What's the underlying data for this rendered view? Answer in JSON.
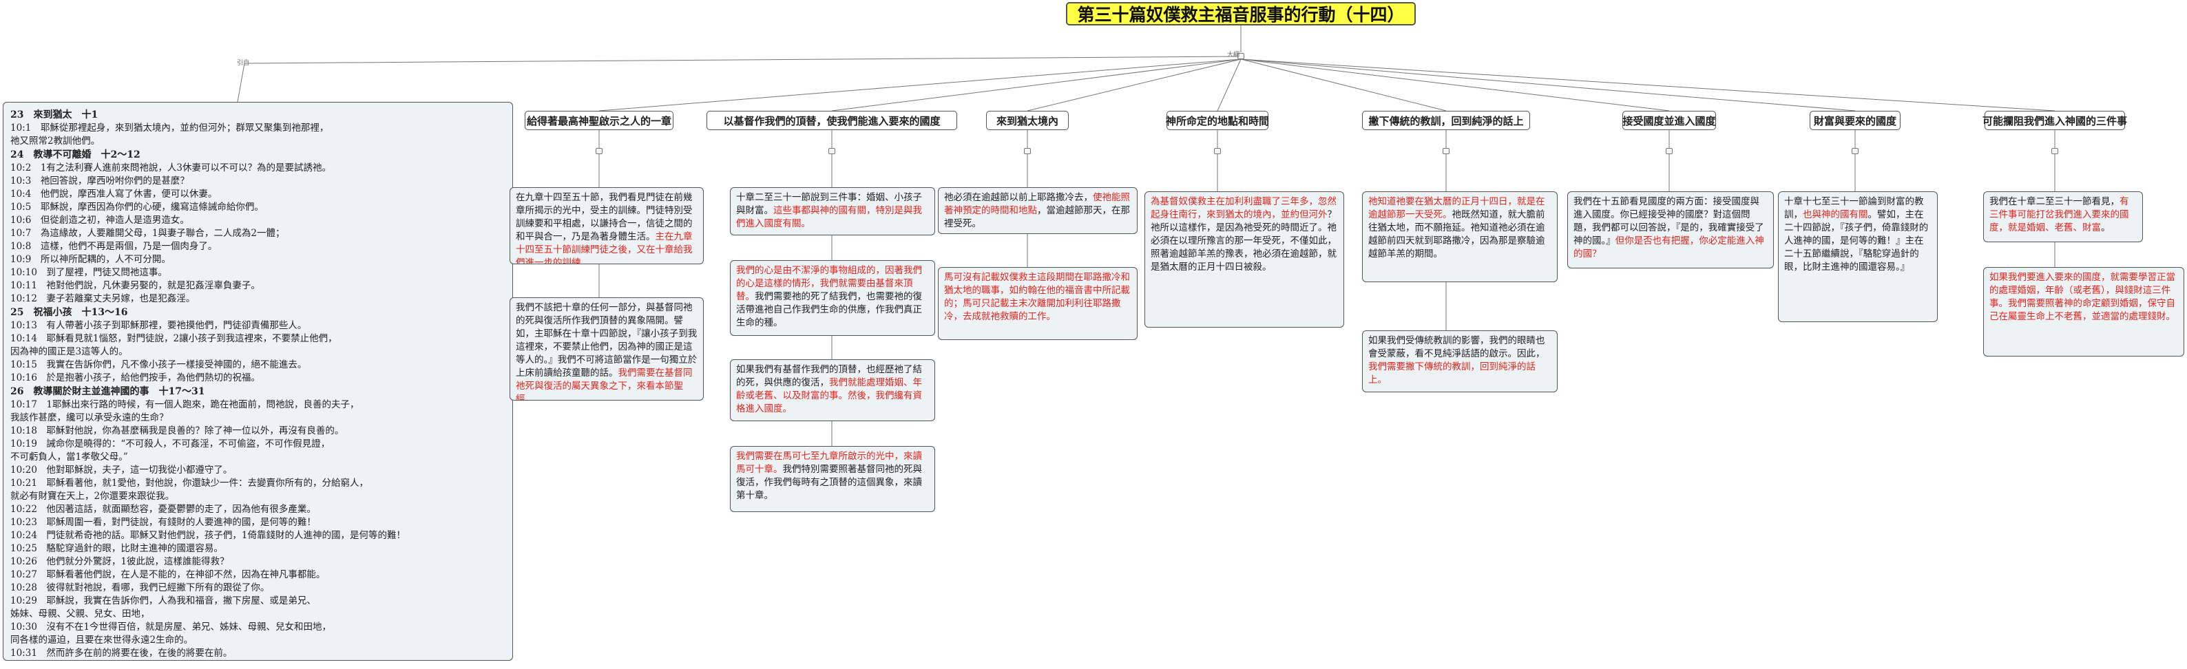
{
  "title": "第三十篇奴僕救主福音服事的行動（十四）",
  "labels": {
    "scripture": "引自",
    "outline": "大綱"
  },
  "scripture": {
    "sections": [
      {
        "heading": "23　來到猶太　十1",
        "verses": [
          "10:1　耶穌從那裡起身，來到猶太境內，並約但河外；群眾又聚集到祂那裡，",
          "祂又照常2教訓他們。"
        ]
      },
      {
        "heading": "24　教導不可離婚　十2～12",
        "verses": [
          "10:2　1有之法利賽人進前來問祂說，人3休妻可以不可以？為的是要試誘祂。",
          "10:3　祂回答說，摩西吩咐你們的是甚麼？",
          "10:4　他們說，摩西准人寫了休書，便可以休妻。",
          "10:5　耶穌說，摩西因為你們的心硬，纔寫這條誡命給你們。",
          "10:6　但從創造之初，神造人是造男造女。",
          "10:7　為這緣故，人要離開父母，1與妻子聯合，二人成為2一體；",
          "10:8　這樣，他們不再是兩個，乃是一個肉身了。",
          "10:9　所以神所配耦的，人不可分開。",
          "10:10　到了屋裡，門徒又問祂這事。",
          "10:11　祂對他們說，凡休妻另娶的，就是犯姦淫辜負妻子。",
          "10:12　妻子若離棄丈夫另嫁，也是犯姦淫。"
        ]
      },
      {
        "heading": "25　祝福小孩　十13～16",
        "verses": [
          "10:13　有人帶著小孩子到耶穌那裡，要祂摸他們，門徒卻責備那些人。",
          "10:14　耶穌看見就1惱怒，對門徒說，2讓小孩子到我這裡來，不要禁止他們，",
          "因為神的國正是3這等人的。",
          "10:15　我實在告訴你們，凡不像小孩子一樣接受神國的，絕不能進去。",
          "10:16　於是抱著小孩子，給他們按手，為他們熱切的祝福。"
        ]
      },
      {
        "heading": "26　教導關於財主並進神國的事　十17～31",
        "verses": [
          "10:17　1耶穌出來行路的時候，有一個人跑來，跪在祂面前，問祂說，良善的夫子，",
          "我該作甚麼，纔可以承受永遠的生命？",
          "10:18　耶穌對他說，你為甚麼稱我是良善的？除了神一位以外，再沒有良善的。",
          "10:19　誡命你是曉得的：“不可殺人，不可姦淫，不可偷盜，不可作假見證，",
          "不可虧負人，當1孝敬父母。”",
          "10:20　他對耶穌說，夫子，這一切我從小都遵守了。",
          "10:21　耶穌看著他，就1愛他，對他說，你還缺少一件：去變賣你所有的，分給窮人，",
          "就必有財寶在天上，2你還要來跟從我。",
          "10:22　他因著這話，就面顯愁容，憂憂鬱鬱的走了，因為他有很多產業。",
          "10:23　耶穌周圍一看，對門徒說，有錢財的人要進神的國，是何等的難！",
          "10:24　門徒就希奇祂的話。耶穌又對他們說，孩子們，1倚靠錢財的人進神的國，是何等的難！",
          "10:25　駱駝穿過針的眼，比財主進神的國還容易。",
          "10:26　他們就分外驚訝，1彼此說，這樣誰能得救？",
          "10:27　耶穌看著他們說，在人是不能的，在神卻不然，因為在神凡事都能。",
          "10:28　彼得就對祂說，看哪，我們已經撇下所有的跟從了你。",
          "10:29　耶穌說，我實在告訴你們，人為我和福音，撇下房屋、或是弟兄、",
          "姊妹、母親、父親、兒女、田地，",
          "10:30　沒有不在1今世得百倍，就是房屋、弟兄、姊妹、母親、兒女和田地，",
          "同各樣的逼迫，且要在來世得永遠2生命的。",
          "10:31　然而許多在前的將要在後，在後的將要在前。"
        ]
      }
    ]
  },
  "branches": [
    {
      "label": "給得著最高神聖啟示之人的一章"
    },
    {
      "label": "以基督作我們的頂替，使我們能進入要來的國度"
    },
    {
      "label": "來到猶太境內"
    },
    {
      "label": "神所命定的地點和時間"
    },
    {
      "label": "撇下傳統的教訓，回到純淨的話上"
    },
    {
      "label": "接受國度並進入國度"
    },
    {
      "label": "財富與要來的國度"
    },
    {
      "label": "可能攔阻我們進入神國的三件事"
    }
  ],
  "notes": [
    {
      "parts": [
        {
          "t": "在九章十四至五十節，我們看見門徒在前幾章所揭示的光中，受主的訓練。門徒特別受訓練要和平相處，以謙持合一，信徒之間的和平與合一，乃是為著身體生活。",
          "red": false
        },
        {
          "t": "主在九章十四至五十節訓練門徒之後，又在十章給我們進一步的訓練",
          "red": true
        }
      ]
    },
    {
      "parts": [
        {
          "t": "我們不該把十章的任何一部分，與基督同祂的死與復活所作我們頂替的異象隔開。譬如，主耶穌在十章十四節說，『讓小孩子到我這裡來，不要禁止他們，因為神的國正是這等人的。』我們不可將這節當作是一句獨立於上床前讀給孩童聽的話。",
          "red": false
        },
        {
          "t": "我們需要在基督同祂死與復活的屬天異象之下，來看本節聖經。",
          "red": true
        }
      ]
    },
    {
      "parts": [
        {
          "t": "十章二至三十一節說到三件事：婚姻、小孩子與財富。",
          "red": false
        },
        {
          "t": "這些事都與神的國有關，特別是與我們進入國度有關。",
          "red": true
        }
      ]
    },
    {
      "parts": [
        {
          "t": "我們的心是由不潔淨的事物組成的，因著我們的心是這樣的情形，我們就需要由基督來頂替。",
          "red": true
        },
        {
          "t": "我們需要祂的死了結我們，也需要祂的復活帶進祂自己作我們生命的供應，作我們真正生命的種。",
          "red": false
        }
      ]
    },
    {
      "parts": [
        {
          "t": "如果我們有基督作我們的頂替，也經歷祂了結的死，與供應的復活，",
          "red": false
        },
        {
          "t": "我們就能處理婚姻、年齡或老舊、以及財富的事。然後，我們纔有資格進入國度。",
          "red": true
        }
      ]
    },
    {
      "parts": [
        {
          "t": "我們需要在馬可七至九章所啟示的光中，來讀馬可十章。",
          "red": true
        },
        {
          "t": "我們特別需要照著基督同祂的死與復活，作我們每時有之頂替的這個異象，來讀第十章。",
          "red": false
        }
      ]
    },
    {
      "parts": [
        {
          "t": "祂必須在逾越節以前上耶路撒冷去，",
          "red": false
        },
        {
          "t": "使祂能照著神預定的時間和地點",
          "red": true
        },
        {
          "t": "，當逾越節那天，在那裡受死。",
          "red": false
        }
      ]
    },
    {
      "parts": [
        {
          "t": "馬可沒有記載奴僕救主這段期間在耶路撒冷和猶太地的職事，如約翰在他的福音書中所記載的；馬可只記載主末次離開加利利往耶路撒冷，去成就祂救贖的工作。",
          "red": true
        }
      ]
    },
    {
      "parts": [
        {
          "t": "為基督奴僕救主在加利利盡職了三年多，忽然起身往南行，來到猶太的境內，並約但河外",
          "red": true
        },
        {
          "t": "？祂所以這樣作，是因為祂受死的時間近了。祂必須在以理所豫言的那一年受死，不僅如此，照著逾越節羊羔的豫表，祂必須在逾越節，就是猶太曆的正月十四日被殺。",
          "red": false
        }
      ]
    },
    {
      "parts": [
        {
          "t": "祂知道祂要在猶太曆的正月十四日，就是在逾越節那一天受死。",
          "red": true
        },
        {
          "t": "祂既然知道，就大膽前往猶太地，而不願拖延。祂知道祂必須在逾越節前四天就到耶路撒冷，因為那是察驗逾越節羊羔的期間。",
          "red": false
        }
      ]
    },
    {
      "parts": [
        {
          "t": "如果我們受傳統教訓的影響，我們的眼睛也會受蒙蔽，看不見純淨話語的啟示。因此，",
          "red": false
        },
        {
          "t": "我們需要撇下傳統的教訓，回到純淨的話上。",
          "red": true
        }
      ]
    },
    {
      "parts": [
        {
          "t": "我們在十五節看見國度的兩方面：接受國度與進入國度。你已經接受神的國麼？對這個問題，我們都可以回答說，『是的，我確實接受了神的國。』",
          "red": false
        },
        {
          "t": "但你是否也有把握，你必定能進入神的國？",
          "red": true
        }
      ]
    },
    {
      "parts": [
        {
          "t": "十章十七至三十一節論到財富的教訓，",
          "red": false
        },
        {
          "t": "也與神的國有關",
          "red": true
        },
        {
          "t": "。譬如，主在二十四節說，『孩子們，倚靠錢財的人進神的國，是何等的難！』主在二十五節繼續說，『駱駝穿過針的眼，比財主進神的國還容易。』",
          "red": false
        }
      ]
    },
    {
      "parts": [
        {
          "t": "我們在十章二至三十一節看見，",
          "red": false
        },
        {
          "t": "有三件事可能打岔我們進入要來的國度，就是婚姻、老舊、財富",
          "red": true
        },
        {
          "t": "。",
          "red": false
        }
      ]
    },
    {
      "parts": [
        {
          "t": "如果我們要進入要來的國度，就需要學習正當的處理婚姻，年齡（或老舊），與錢財這三件事。我們需要照著神的命定顧到婚姻，保守自己在屬靈生命上不老舊，並適當的處理錢財。",
          "red": true
        }
      ]
    }
  ]
}
